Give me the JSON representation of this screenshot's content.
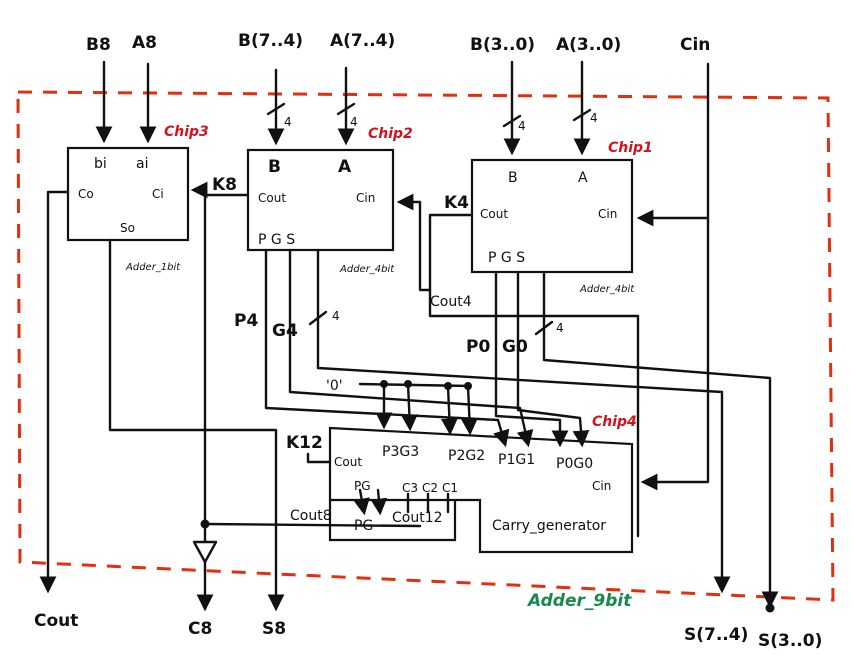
{
  "labels": {
    "top_inputs": {
      "b8": "B8",
      "a8": "A8",
      "b74": "B(7..4)",
      "a74": "A(7..4)",
      "b30": "B(3..0)",
      "a30": "A(3..0)",
      "cin": "Cin"
    },
    "bus_widths": {
      "w1": "4",
      "w2": "4",
      "w3": "4",
      "w4": "4",
      "w5": "4",
      "w6": "4"
    },
    "chip3": {
      "name": "Chip3",
      "bi": "bi",
      "ai": "ai",
      "co": "Co",
      "ci": "Ci",
      "so": "So",
      "type": "Adder_1bit"
    },
    "chip2": {
      "name": "Chip2",
      "b": "B",
      "a": "A",
      "cout": "Cout",
      "cin": "Cin",
      "pgs": "P G S",
      "type": "Adder_4bit",
      "k": "K8"
    },
    "chip1": {
      "name": "Chip1",
      "b": "B",
      "a": "A",
      "cout": "Cout",
      "cin": "Cin",
      "pgs": "P G S",
      "type": "Adder_4bit",
      "k": "K4"
    },
    "chip4": {
      "name": "Chip4",
      "cout": "Cout",
      "cin": "Cin",
      "p3g3": "P3G3",
      "p2g2": "P2G2",
      "p1g1": "P1G1",
      "p0g0": "P0G0",
      "pg": "PG",
      "c3": "C3",
      "c2": "C2",
      "c1": "C1",
      "type": "Carry_generator",
      "k": "K12"
    },
    "signals": {
      "p4": "P4",
      "g4": "G4",
      "p0": "P0",
      "g0": "G0",
      "cout4": "Cout4",
      "zero": "'0'",
      "cout8": "Cout8",
      "pg2": "PG",
      "cout12": "Cout12"
    },
    "outputs": {
      "cout": "Cout",
      "c8": "C8",
      "s8": "S8",
      "s74": "S(7..4)",
      "s30": "S(3..0)"
    },
    "title": "Adder_9bit"
  }
}
